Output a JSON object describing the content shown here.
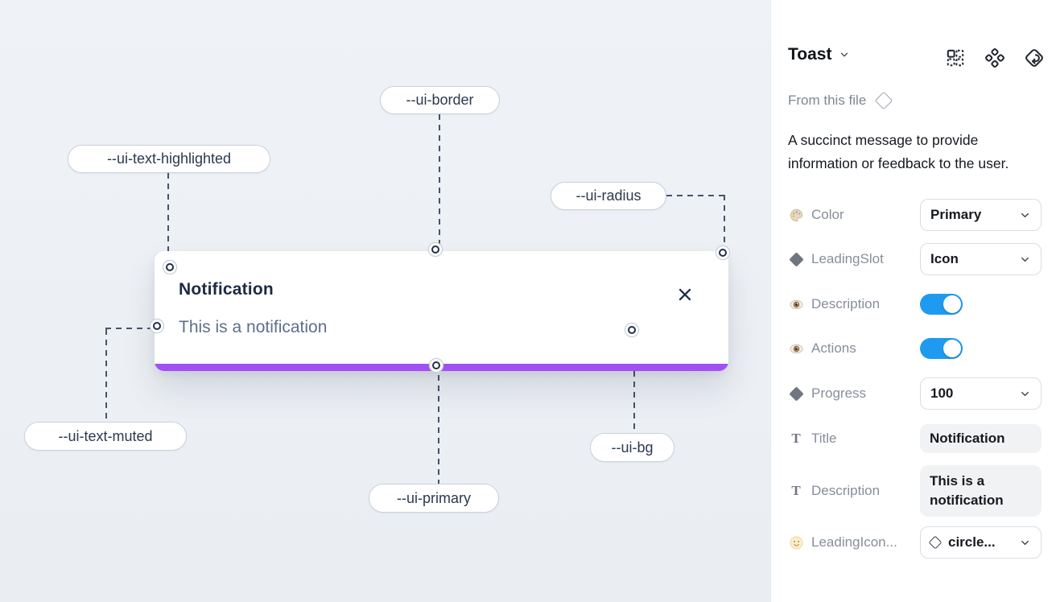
{
  "canvas": {
    "toast": {
      "title": "Notification",
      "description": "This is a notification"
    },
    "labels": [
      {
        "id": "ui-text-highlighted",
        "text": "--ui-text-highlighted"
      },
      {
        "id": "ui-border",
        "text": "--ui-border"
      },
      {
        "id": "ui-radius",
        "text": "--ui-radius"
      },
      {
        "id": "ui-text-muted",
        "text": "--ui-text-muted"
      },
      {
        "id": "ui-primary",
        "text": "--ui-primary"
      },
      {
        "id": "ui-bg",
        "text": "--ui-bg"
      }
    ]
  },
  "panel": {
    "title": "Toast",
    "source_label": "From this file",
    "description": "A succinct message to provide information or feedback to the user.",
    "text_icon_glyph": "T",
    "rows": [
      {
        "label": "Color",
        "control": "dropdown",
        "value": "Primary",
        "icon": "palette-icon"
      },
      {
        "label": "LeadingSlot",
        "control": "dropdown",
        "value": "Icon",
        "icon": "diamond-icon"
      },
      {
        "label": "Description",
        "control": "toggle",
        "value": "on",
        "icon": "eye-icon"
      },
      {
        "label": "Actions",
        "control": "toggle",
        "value": "on",
        "icon": "eye-icon"
      },
      {
        "label": "Progress",
        "control": "dropdown",
        "value": "100",
        "icon": "diamond-icon"
      },
      {
        "label": "Title",
        "control": "text-field",
        "value": "Notification",
        "icon": "text-icon"
      },
      {
        "label": "Description",
        "control": "text-field",
        "value": "This is a notification",
        "icon": "text-icon"
      },
      {
        "label": "LeadingIcon...",
        "control": "dropdown",
        "value": "circle...",
        "icon": "smiley-icon"
      }
    ]
  },
  "colors": {
    "primary_bar": "#a24ff5",
    "toggle_on": "#1e9bf0",
    "canvas_bg": "#edf1f6",
    "title_text": "#1c2a42",
    "muted_text": "#5d7089"
  }
}
